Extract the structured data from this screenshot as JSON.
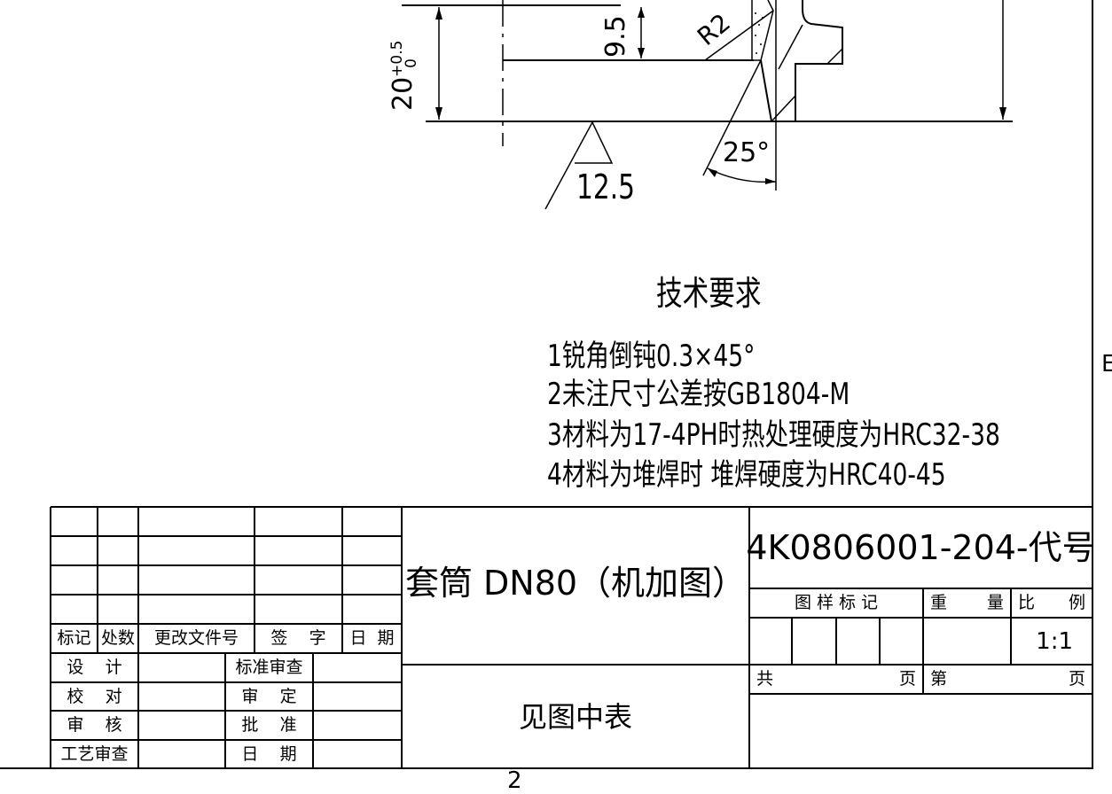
{
  "drawing": {
    "dim_height": "20",
    "dim_height_tol_upper": "+0.5",
    "dim_height_tol_lower": "0",
    "dim_inner": "9.5",
    "radius": "R2",
    "angle": "25°",
    "roughness": "12.5"
  },
  "tech_requirements": {
    "title": "技术要求",
    "items": [
      "1锐角倒钝0.3×45°",
      "2未注尺寸公差按GB1804-M",
      "3材料为17-4PH时热处理硬度为HRC32-38",
      "4材料为堆焊时  堆焊硬度为HRC40-45"
    ]
  },
  "title_block": {
    "revision_headers": [
      "标记",
      "处数",
      "更改文件号",
      "签    字",
      "日  期"
    ],
    "approval_left": [
      "设    计",
      "校    对",
      "审    核",
      "工艺审查"
    ],
    "approval_right": [
      "标准审查",
      "审    定",
      "批    准",
      "日    期"
    ],
    "part_name": "套筒 DN80（机加图）",
    "material_note": "见图中表",
    "drawing_number": "4K0806001-204-代号",
    "pattern_mark_label": "图 样 标 记",
    "weight_label_1": "重",
    "weight_label_2": "量",
    "scale_label_1": "比",
    "scale_label_2": "例",
    "scale_value": "1:1",
    "total_label": "共",
    "page_label": "页",
    "sheet_label": "第",
    "sheet_page_label": "页"
  },
  "edge": {
    "zone_letter": "E",
    "zone_number": "2"
  }
}
